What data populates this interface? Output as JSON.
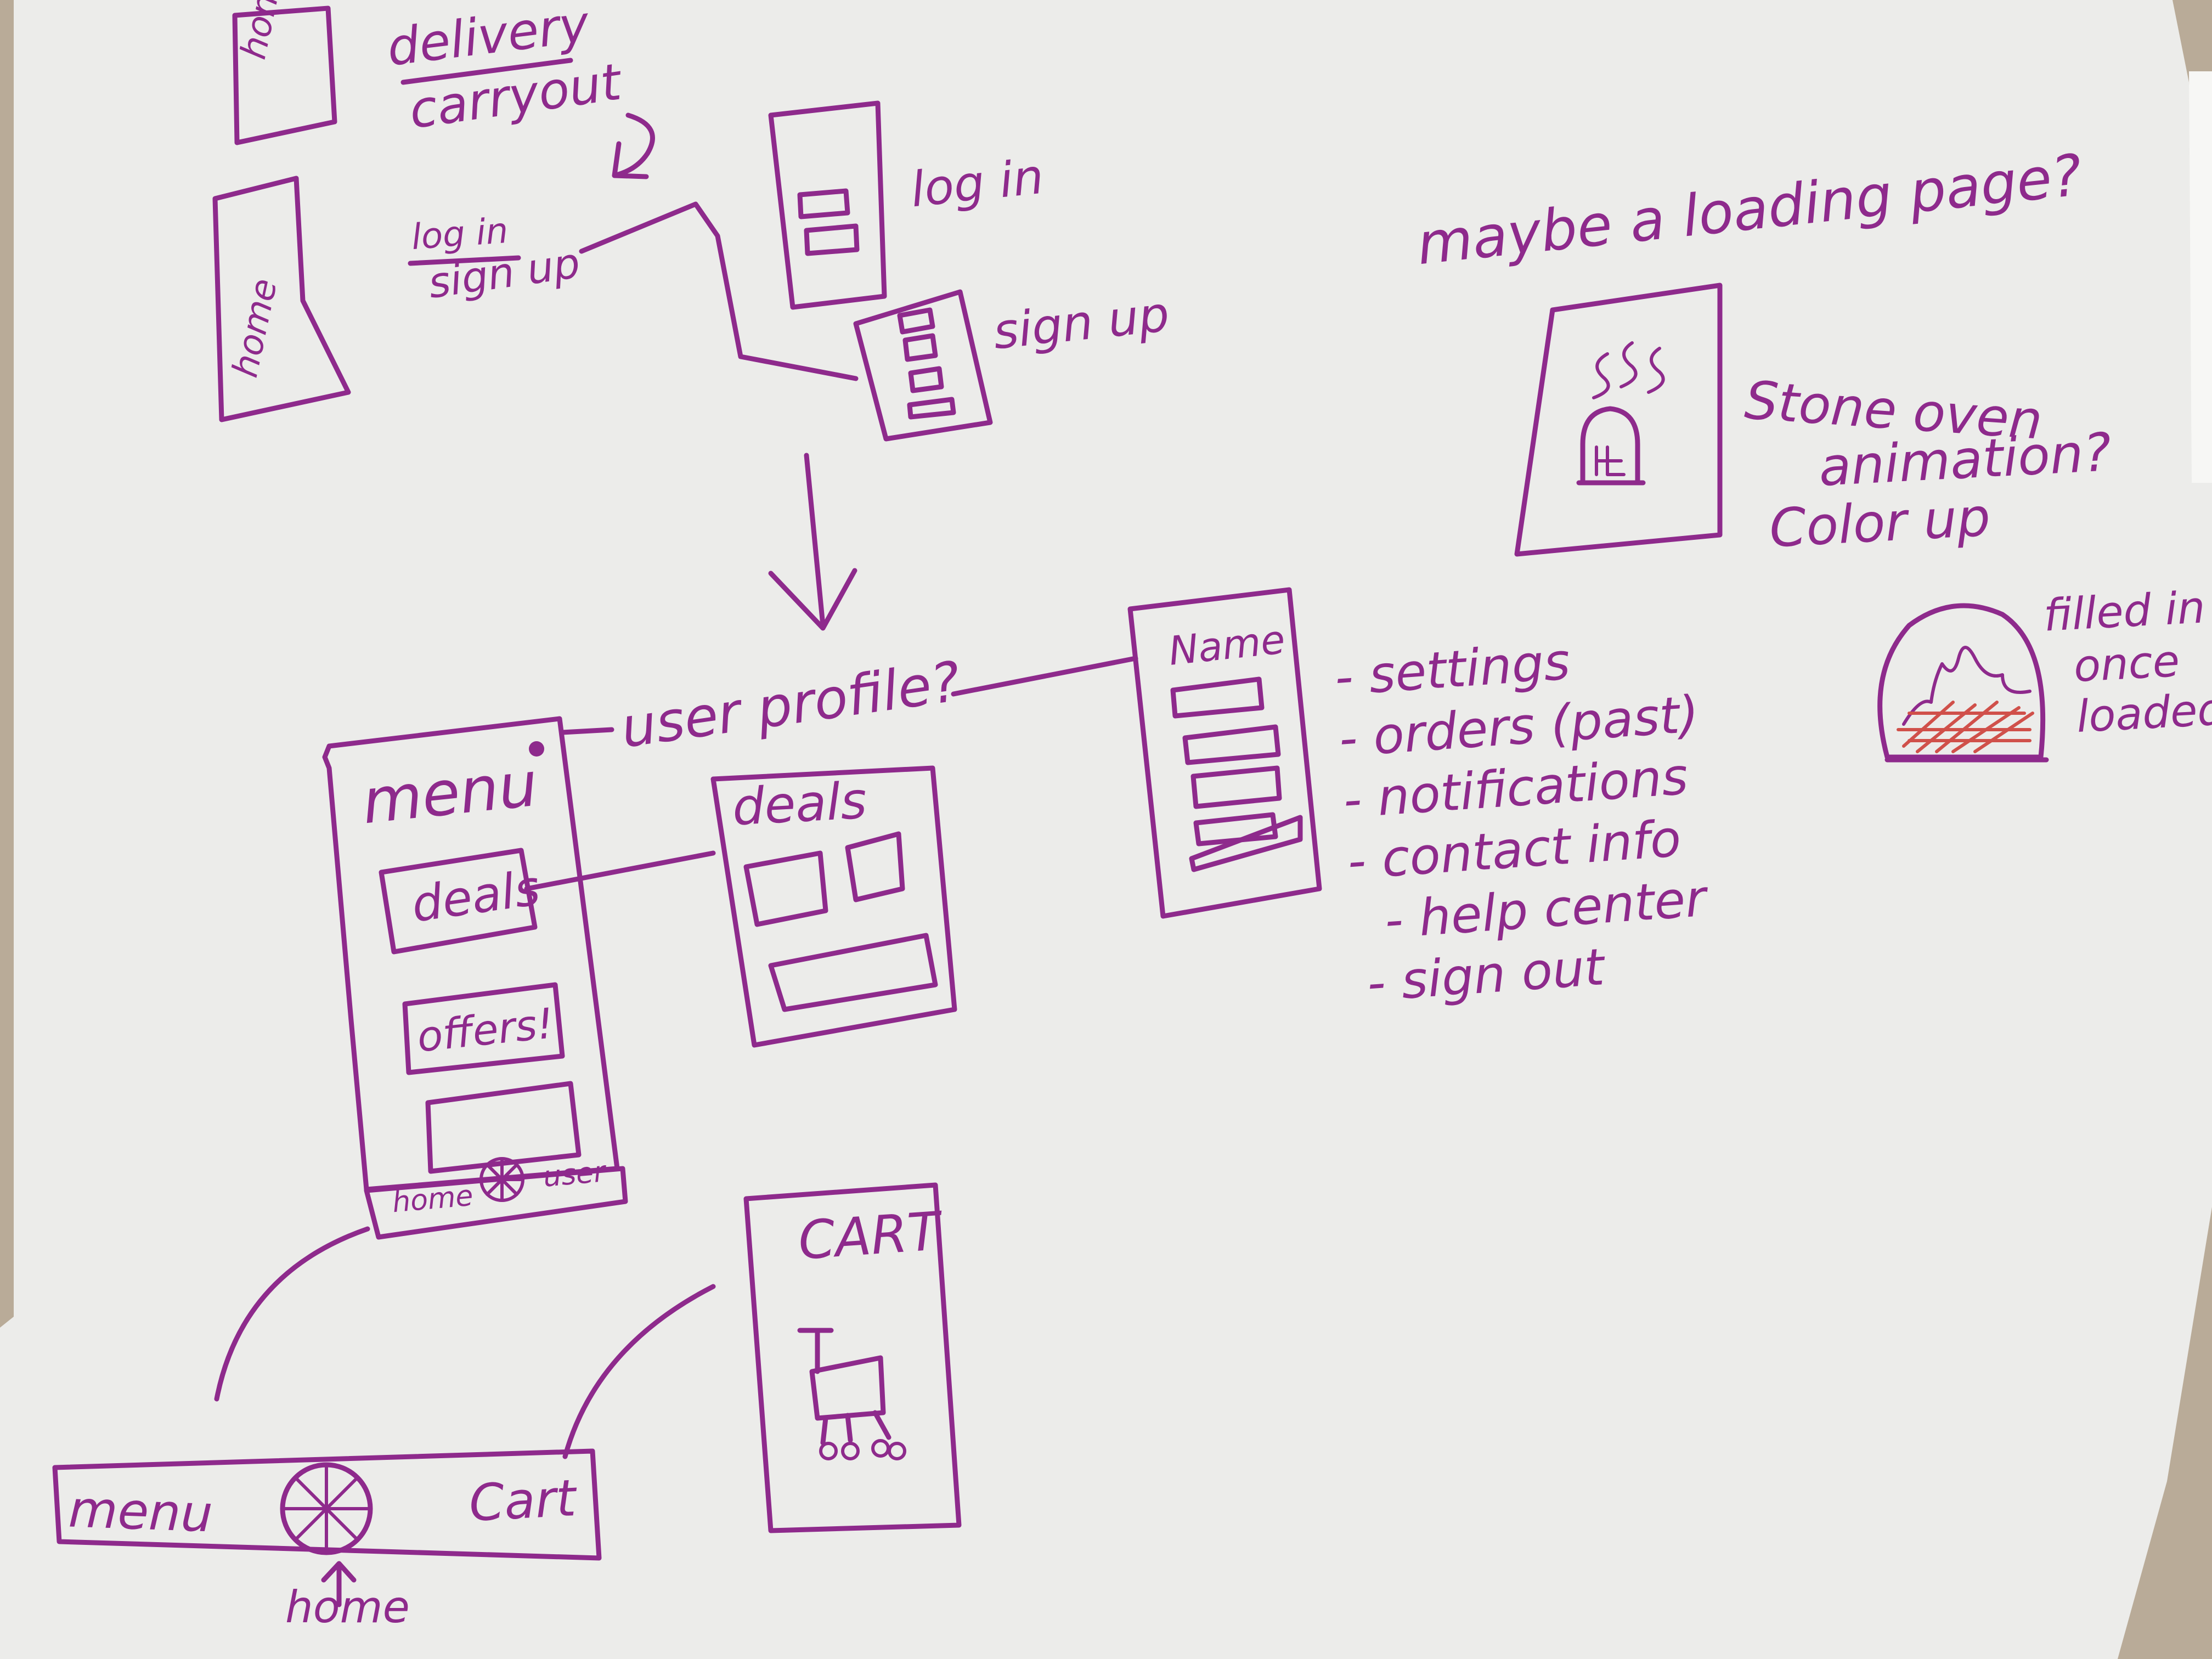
{
  "colors": {
    "ink": "#8e2a8c",
    "paper": "#ececea",
    "table": "#b9ab98",
    "fire": "#d0504a"
  },
  "labels": {
    "home_top": "home",
    "delivery": "delivery",
    "carryout": "carryout",
    "home_second": "home",
    "login_small": "log in",
    "signup_small": "sign up",
    "login": "log in",
    "signup": "sign up",
    "loading_question": "maybe a loading page?",
    "oven_note_1": "Stone oven",
    "oven_note_2": "animation?",
    "oven_note_3": "Color up",
    "filled_note_1": "filled in",
    "filled_note_2": "once",
    "filled_note_3": "loaded",
    "user_profile": "user profile?",
    "name": "Name",
    "menu_title": "menu",
    "menu_deals": "deals",
    "menu_offers": "offers!",
    "nav_home": "home",
    "nav_user": "user",
    "deals_title": "deals",
    "cart_title": "CART",
    "bar_menu": "menu",
    "bar_cart": "Cart",
    "bar_home": "home"
  },
  "profile_options": [
    "- settings",
    "- orders (past)",
    "- notifications",
    "- contact info",
    "- help center",
    "- sign out"
  ]
}
